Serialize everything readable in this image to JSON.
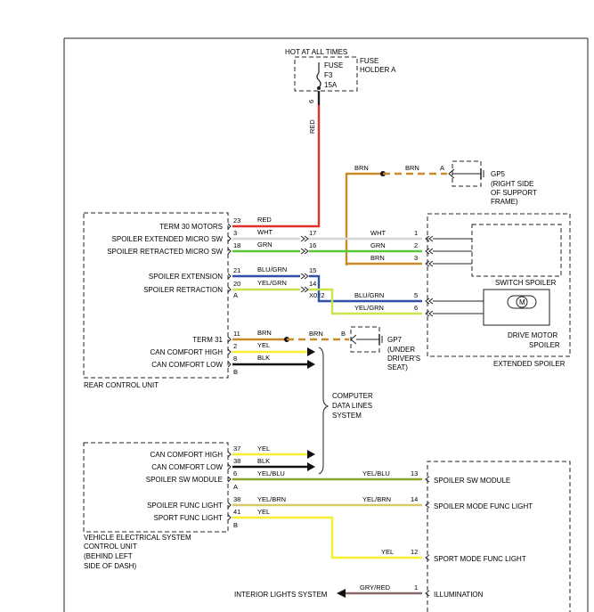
{
  "colors": {
    "red": "#e0312b",
    "white": "#d6d6d6",
    "green": "#58c83a",
    "brown": "#c98a2a",
    "blue": "#2f4fa8",
    "yellow_green": "#cde24e",
    "yellow": "#f6ee2e",
    "black": "#111111",
    "yellow_blue": "#8aa52c",
    "yellow_brown": "#d8c86a",
    "gray_red": "#8a6a6a",
    "line": "#222222"
  },
  "fuse": {
    "hot_label": "HOT AT ALL TIMES",
    "fuse_word": "FUSE",
    "fuse_id": "F3",
    "fuse_amp": "15A",
    "holder_line1": "FUSE",
    "holder_line2": "HOLDER A",
    "pin": "6",
    "wire_color": "RED"
  },
  "gp5": {
    "wire_left": "BRN",
    "wire_right": "BRN",
    "connector": "A",
    "label": "GP5",
    "desc_lines": [
      "(RIGHT SIDE",
      "OF SUPPORT",
      "FRAME)"
    ]
  },
  "rear_control_unit": {
    "title": "REAR CONTROL UNIT",
    "rows": [
      {
        "label": "TERM 30 MOTORS",
        "pin": "23",
        "wire": "RED"
      },
      {
        "label": "SPOILER EXTENDED MICRO SW",
        "pin": "3",
        "wire": "WHT"
      },
      {
        "label": "SPOILER RETRACTED MICRO SW",
        "pin": "18",
        "wire": "GRN"
      },
      {
        "label": "SPOILER EXTENSION",
        "pin": "21",
        "wire": "BLU/GRN"
      },
      {
        "label": "SPOILER RETRACTION",
        "pin": "20",
        "wire": "YEL/GRN"
      },
      {
        "label": "TERM 31",
        "pin": "11",
        "wire": "BRN"
      },
      {
        "label": "CAN COMFORT HIGH",
        "pin": "2",
        "wire": "YEL"
      },
      {
        "label": "CAN COMFORT LOW",
        "pin": "8",
        "wire": "BLK"
      }
    ],
    "connector_a": "A",
    "connector_b": "B"
  },
  "x022": {
    "name": "X022",
    "pins": [
      "17",
      "16",
      "15",
      "14"
    ]
  },
  "switch_spoiler": {
    "rows": [
      {
        "wire": "WHT",
        "pin": "1"
      },
      {
        "wire": "GRN",
        "pin": "2"
      },
      {
        "wire": "BRN",
        "pin": "3"
      }
    ],
    "label": "SWITCH SPOILER"
  },
  "drive_motor": {
    "rows": [
      {
        "wire": "BLU/GRN",
        "pin": "5"
      },
      {
        "wire": "YEL/GRN",
        "pin": "6"
      }
    ],
    "motor_symbol": "M",
    "label_line1": "DRIVE MOTOR",
    "label_line2": "SPOILER",
    "box_title": "EXTENDED SPOILER"
  },
  "gp7": {
    "wire_left": "BRN",
    "wire_right": "BRN",
    "connector": "B",
    "label": "GP7",
    "desc_lines": [
      "(UNDER",
      "DRIVER'S",
      "SEAT)"
    ]
  },
  "computer_lines": {
    "lines": [
      "COMPUTER",
      "DATA LINES",
      "SYSTEM"
    ]
  },
  "vescu": {
    "title_lines": [
      "VEHICLE ELECTRICAL SYSTEM",
      "CONTROL UNIT",
      "(BEHIND LEFT",
      "SIDE OF DASH)"
    ],
    "rows": [
      {
        "label": "CAN COMFORT HIGH",
        "pin": "37",
        "wire": "YEL"
      },
      {
        "label": "CAN COMFORT LOW",
        "pin": "38",
        "wire": "BLK"
      },
      {
        "label": "SPOILER SW MODULE",
        "pin": "6",
        "wire": "YEL/BLU"
      },
      {
        "label": "SPOILER FUNC LIGHT",
        "pin": "38",
        "wire": "YEL/BRN"
      },
      {
        "label": "SPORT FUNC LIGHT",
        "pin": "41",
        "wire": "YEL"
      }
    ],
    "connector_a": "A",
    "connector_b": "B"
  },
  "switch_module": {
    "rows": [
      {
        "wire": "YEL/BLU",
        "pin": "13",
        "label": "SPOILER SW MODULE"
      },
      {
        "wire": "YEL/BRN",
        "pin": "14",
        "label": "SPOILER MODE FUNC LIGHT"
      },
      {
        "wire": "YEL",
        "pin": "12",
        "label": "SPORT MODE FUNC LIGHT"
      },
      {
        "wire": "GRY/RED",
        "pin": "1",
        "label": "ILLUMINATION"
      }
    ],
    "interior_lights": "INTERIOR LIGHTS SYSTEM"
  }
}
